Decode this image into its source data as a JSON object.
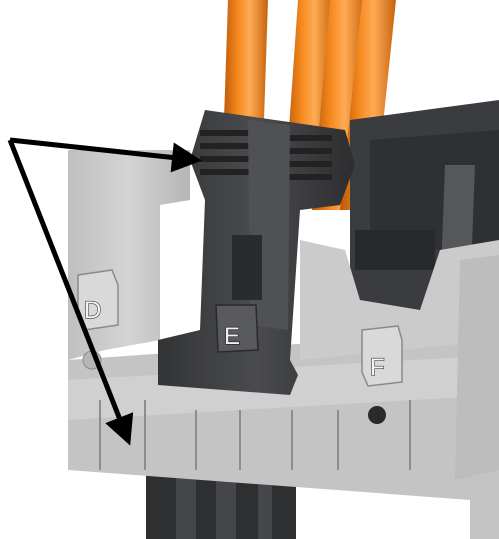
{
  "labels": {
    "d": "D",
    "e": "E",
    "f": "F"
  },
  "colors": {
    "cable": "#ef7a12",
    "connector_dark": "#3f4043",
    "housing_light": "#c9c9c9",
    "arrow": "#000000"
  },
  "icons": {
    "arrows": "arrow-icon"
  }
}
